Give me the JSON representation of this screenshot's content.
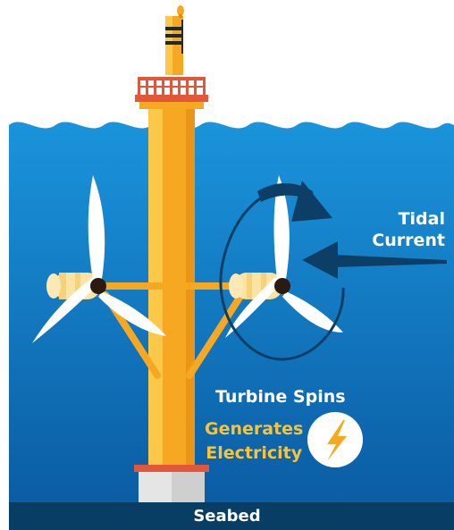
{
  "labels": {
    "tidal_line1": "Tidal",
    "tidal_line2": "Current",
    "turbine_spins": "Turbine Spins",
    "generates_line1": "Generates",
    "generates_line2": "Electricity",
    "seabed": "Seabed"
  },
  "icons": {
    "lightning": "lightning-bolt-icon"
  },
  "colors": {
    "sea_top": "#1890d8",
    "sea_bottom": "#0c5fa6",
    "seabed": "#083e63",
    "tower": "#f7a823",
    "tower_highlight": "#fcc84a",
    "tower_shadow": "#e08a13",
    "platform_rail": "#e2563a",
    "arrow": "#0d3f66",
    "blade": "#ffffff",
    "nacelle": "#fbe4a2",
    "label_white": "#ffffff",
    "label_yellow": "#f6c33c"
  }
}
